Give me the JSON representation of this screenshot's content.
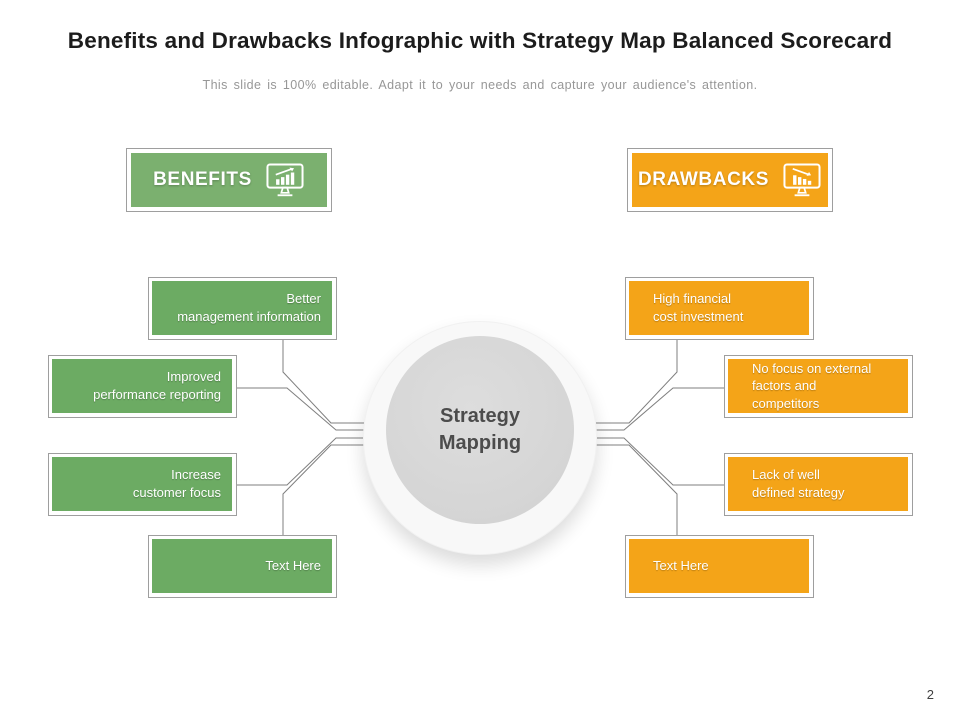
{
  "slide": {
    "title": "Benefits and Drawbacks Infographic with Strategy Map Balanced Scorecard",
    "subtitle": "This slide is 100% editable. Adapt it to your needs and capture your audience's attention.",
    "page_number": "2"
  },
  "colors": {
    "green": "#6cab63",
    "green_header": "#7bb06f",
    "orange": "#f4a418",
    "outline": "#9e9e9e",
    "connector": "#7f7f7f"
  },
  "center": {
    "label": "Strategy\nMapping"
  },
  "benefits": {
    "header": "BENEFITS",
    "icon": "monitor-chart-up-icon",
    "items": [
      {
        "text": "Better\nmanagement information"
      },
      {
        "text": "Improved\nperformance reporting"
      },
      {
        "text": "Increase\ncustomer focus"
      },
      {
        "text": "Text Here"
      }
    ]
  },
  "drawbacks": {
    "header": "DRAWBACKS",
    "icon": "monitor-chart-down-icon",
    "items": [
      {
        "text": "High financial\ncost investment"
      },
      {
        "text": "No focus on external\nfactors and\ncompetitors"
      },
      {
        "text": "Lack of well\ndefined strategy"
      },
      {
        "text": "Text Here"
      }
    ]
  }
}
